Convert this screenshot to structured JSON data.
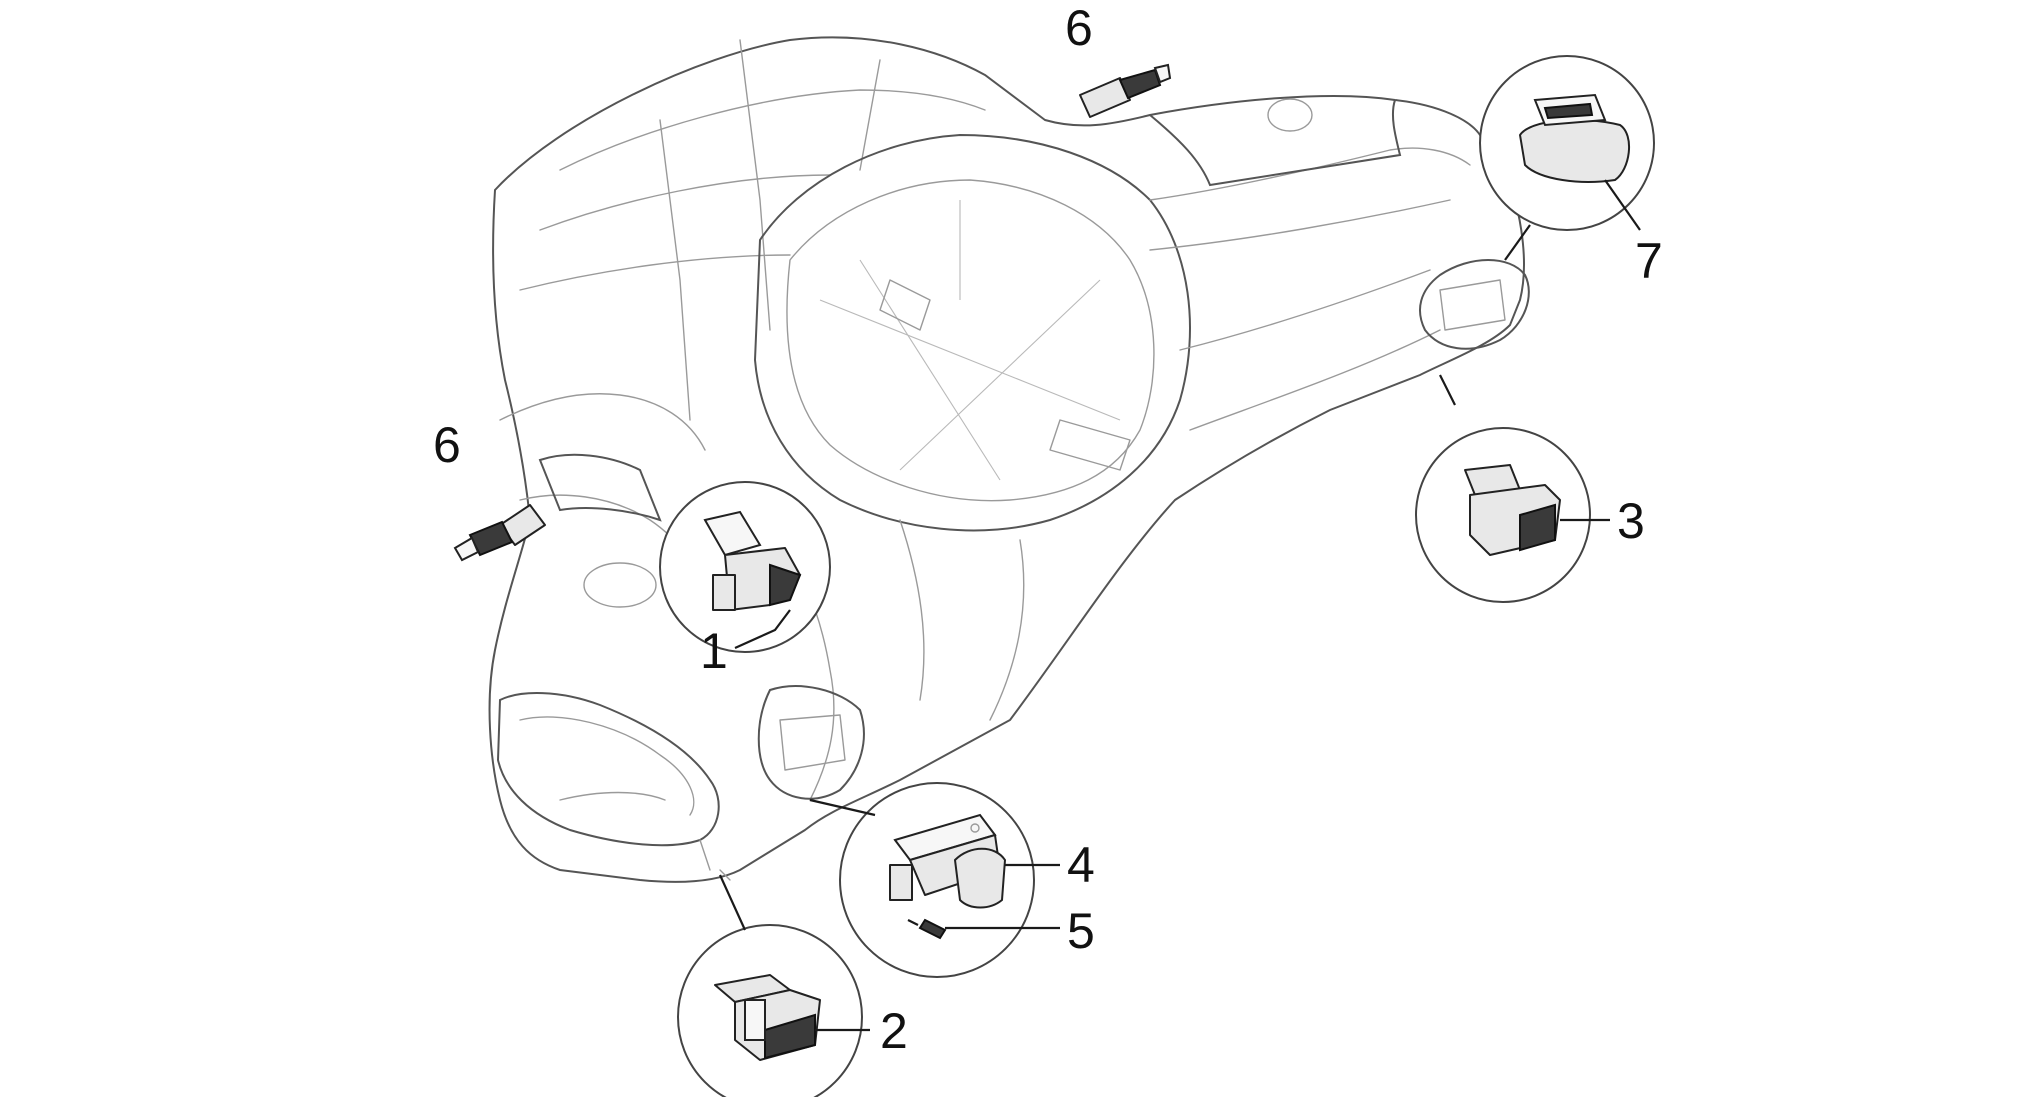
{
  "callouts": {
    "c1": "1",
    "c2": "2",
    "c3": "3",
    "c4": "4",
    "c5": "5",
    "c6_top": "6",
    "c6_left": "6",
    "c7": "7"
  },
  "colors": {
    "housing_line": "#9a9a9a",
    "part_fill": "#e8e8e8",
    "part_stroke": "#222222",
    "label": "#111111"
  }
}
